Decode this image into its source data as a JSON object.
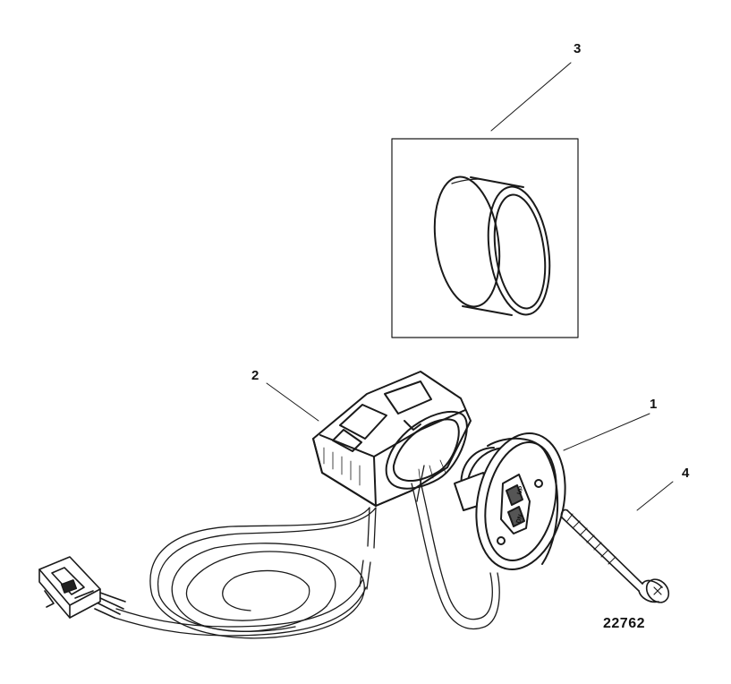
{
  "callouts": {
    "c1": "1",
    "c2": "2",
    "c3": "3",
    "c4": "4"
  },
  "switch_labels": {
    "up": "UP",
    "dn": "DN"
  },
  "figure_number": "22762"
}
